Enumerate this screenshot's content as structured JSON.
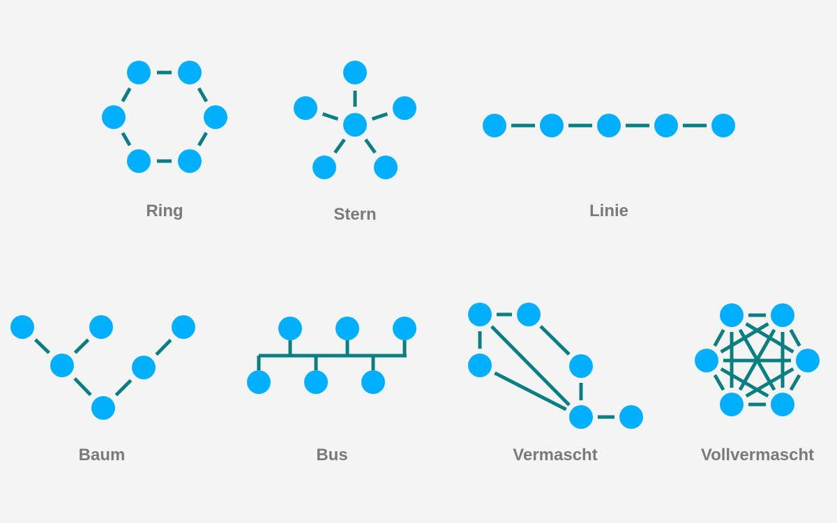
{
  "colors": {
    "background": "#f4f4f4",
    "node": "#00b0ff",
    "edge": "#0a7f82",
    "label": "#7a7a7a"
  },
  "topologies": [
    {
      "id": "ring",
      "label": "Ring"
    },
    {
      "id": "stern",
      "label": "Stern"
    },
    {
      "id": "linie",
      "label": "Linie"
    },
    {
      "id": "baum",
      "label": "Baum"
    },
    {
      "id": "bus",
      "label": "Bus"
    },
    {
      "id": "vermascht",
      "label": "Vermascht"
    },
    {
      "id": "vollvermascht",
      "label": "Vollvermascht"
    }
  ]
}
